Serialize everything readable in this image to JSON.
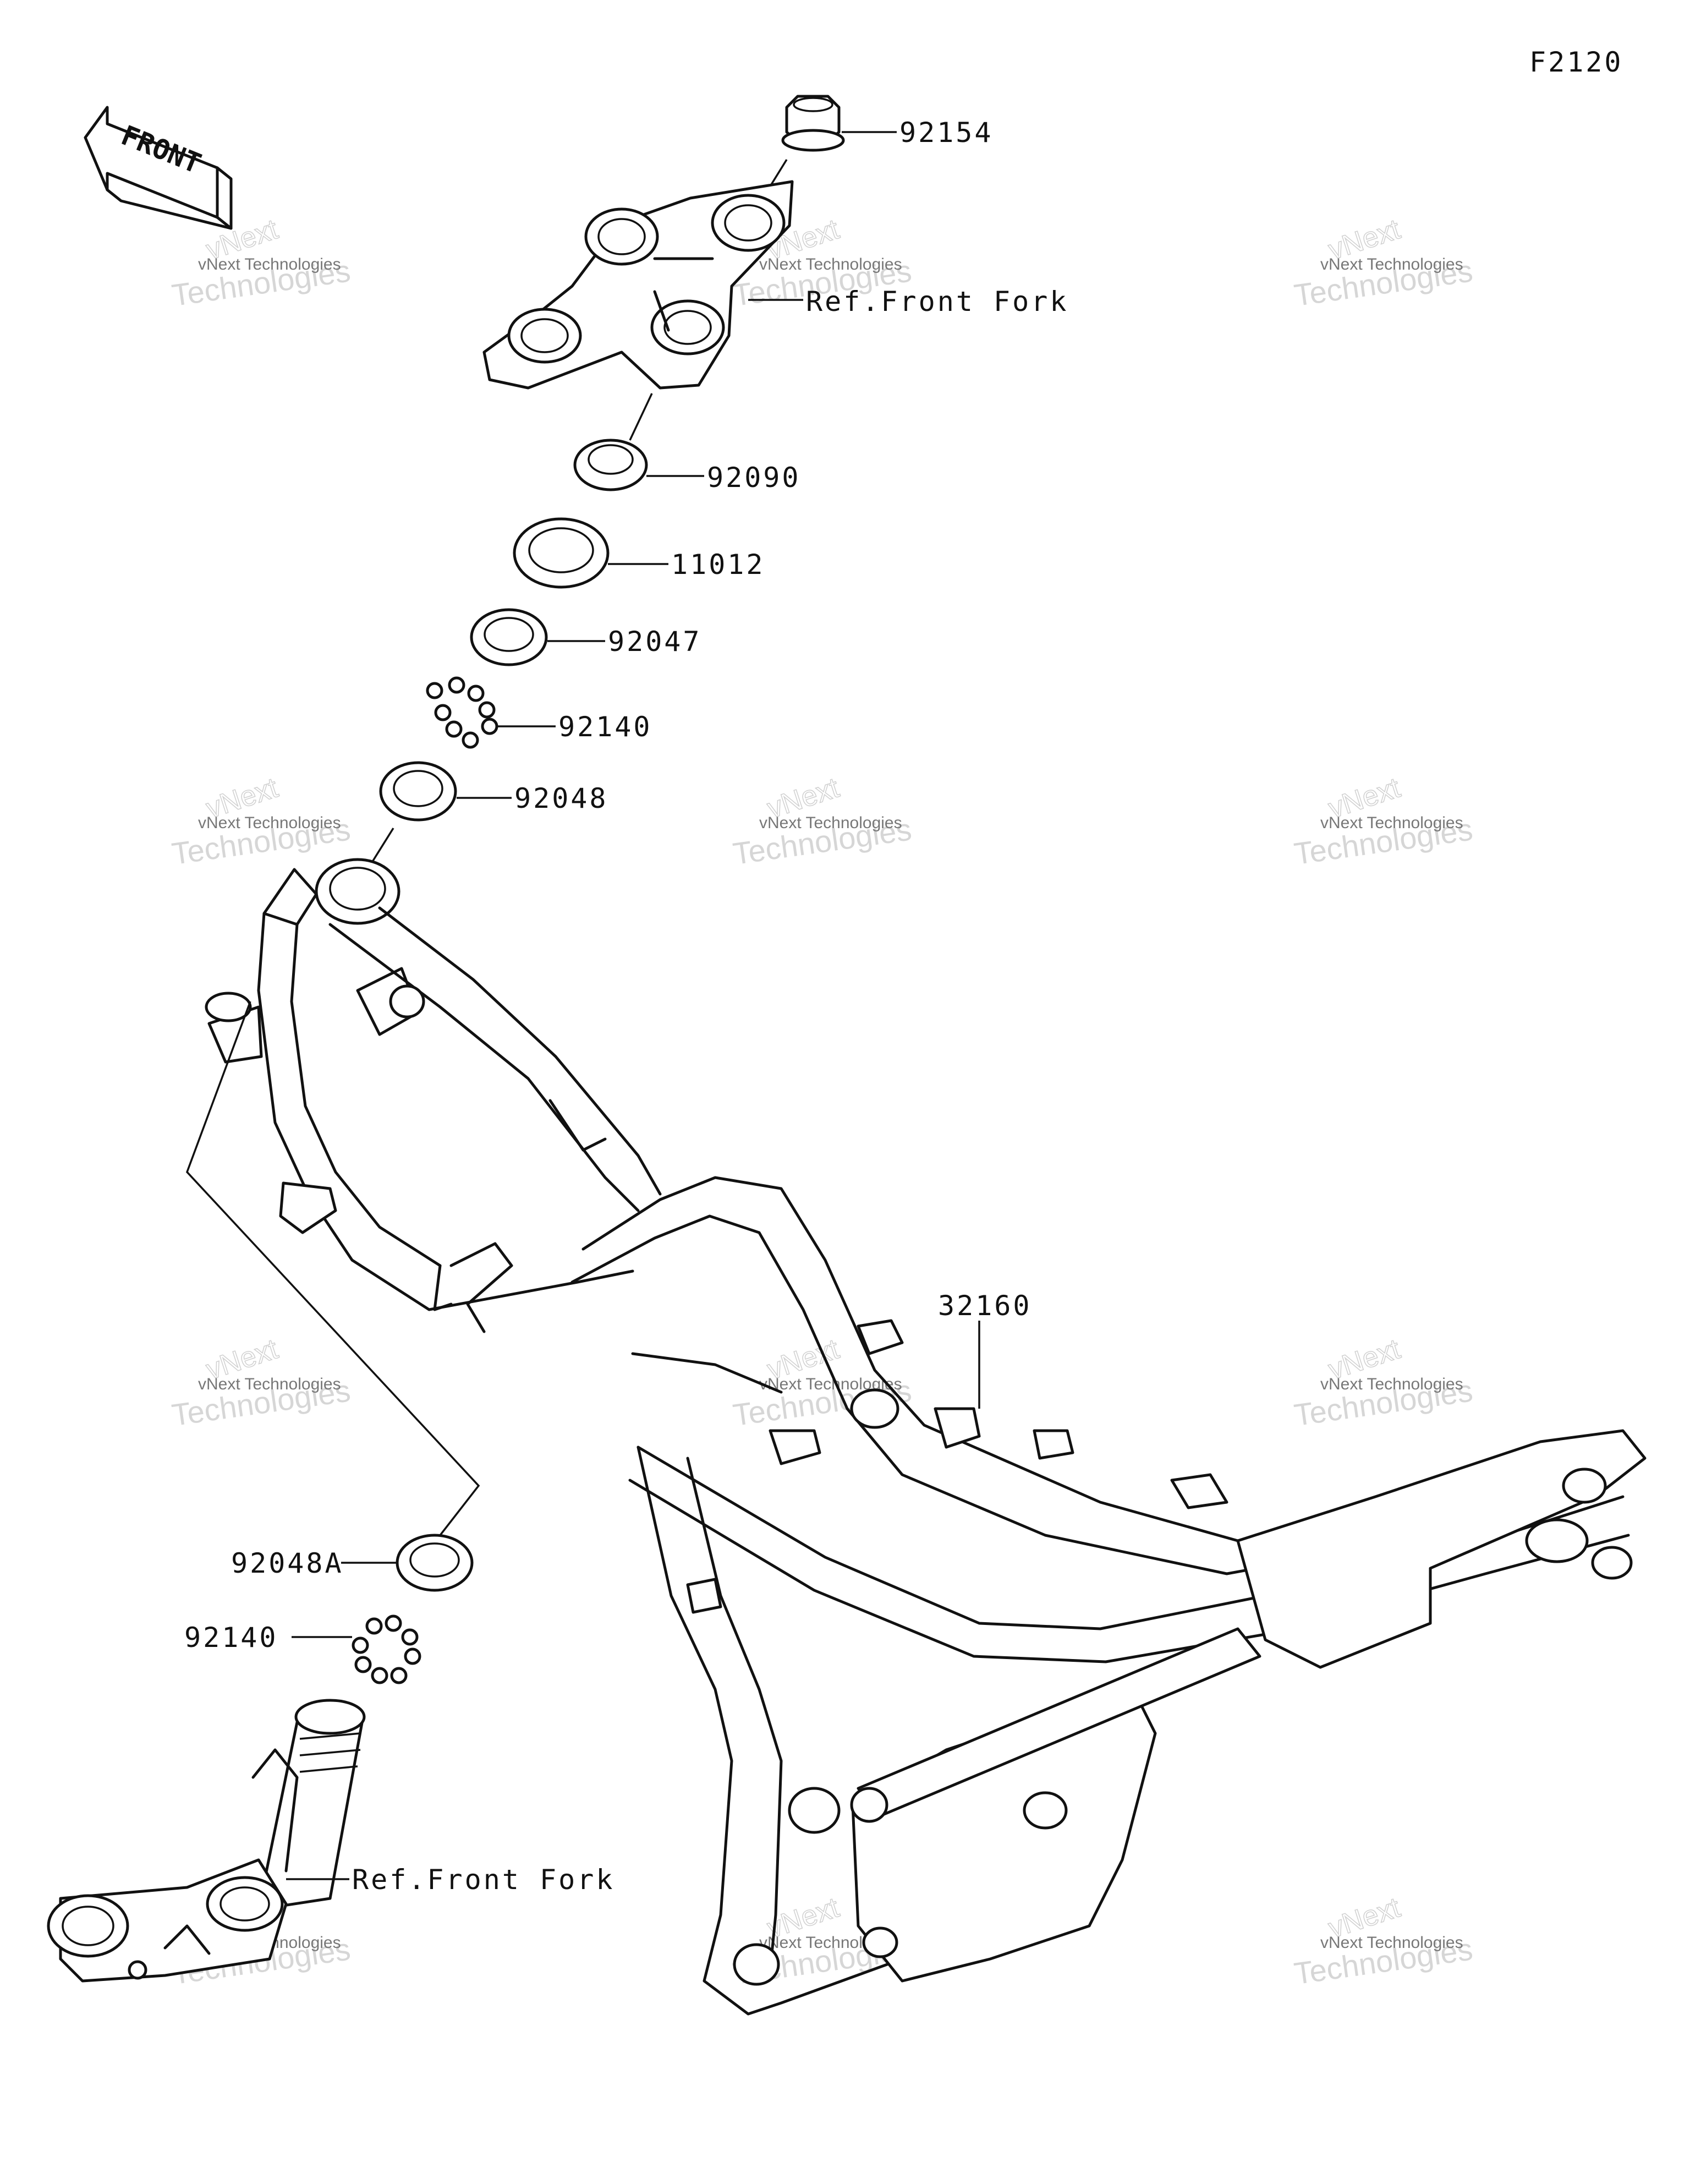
{
  "figure_code": "F2120",
  "front_arrow_label": "FRONT",
  "watermark": {
    "company": "vNext Technologies",
    "word1": "vNext",
    "word2": "Technologies"
  },
  "parts": [
    {
      "id": "p92154",
      "number": "92154",
      "name": "nut"
    },
    {
      "id": "pref1",
      "number": "Ref.Front Fork",
      "name": "upper bracket"
    },
    {
      "id": "p92090",
      "number": "92090",
      "name": "nut"
    },
    {
      "id": "p11012",
      "number": "11012",
      "name": "cap"
    },
    {
      "id": "p92047",
      "number": "92047",
      "name": "race"
    },
    {
      "id": "p92140a",
      "number": "92140",
      "name": "steel balls"
    },
    {
      "id": "p92048",
      "number": "92048",
      "name": "race"
    },
    {
      "id": "p32160",
      "number": "32160",
      "name": "frame"
    },
    {
      "id": "p92048A",
      "number": "92048A",
      "name": "race"
    },
    {
      "id": "p92140b",
      "number": "92140",
      "name": "steel balls"
    },
    {
      "id": "pref2",
      "number": "Ref.Front Fork",
      "name": "stem"
    }
  ]
}
